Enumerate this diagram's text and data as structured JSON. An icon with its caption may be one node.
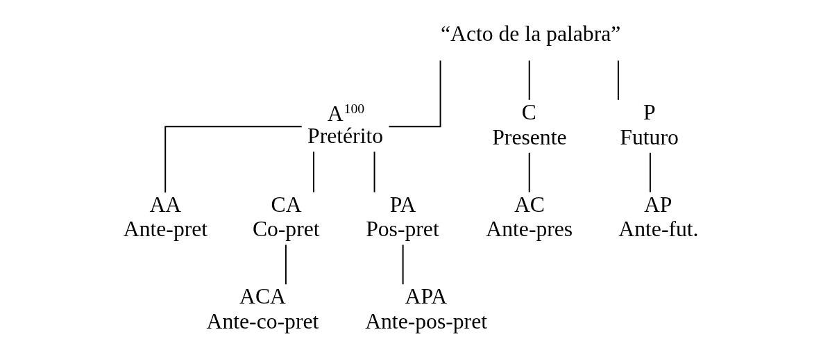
{
  "diagram": {
    "nodes": [
      {
        "text": [
          "“Acto de la palabra”"
        ]
      },
      {
        "text": [
          "A$^{100}$",
          "Pretérito"
        ]
      },
      {
        "text": [
          "C",
          "Presente"
        ]
      },
      {
        "text": [
          "P",
          "Futuro"
        ]
      },
      {
        "text": [
          "AA",
          "Ante-pret"
        ]
      },
      {
        "text": [
          "CA",
          "Co-pret"
        ]
      },
      {
        "text": [
          "PA",
          "Pos-pret"
        ]
      },
      {
        "text": [
          "AC",
          "Ante-pres"
        ]
      },
      {
        "text": [
          "AP",
          "Ante-fut."
        ]
      },
      {
        "text": [
          "ACA",
          "Ante-co-pret"
        ]
      },
      {
        "text": [
          "APA",
          "Ante-pos-pret"
        ]
      }
    ],
    "edges": [
      {
        "from": 0,
        "to": 1,
        "arrow": "none"
      },
      {
        "from": 0,
        "to": 2,
        "arrow": "none"
      },
      {
        "from": 0,
        "to": 3,
        "arrow": "none"
      },
      {
        "from": 1,
        "to": 4,
        "arrow": "none"
      },
      {
        "from": 1,
        "to": 5,
        "arrow": "none"
      },
      {
        "from": 1,
        "to": 6,
        "arrow": "none"
      },
      {
        "from": 2,
        "to": 7,
        "arrow": "none"
      },
      {
        "from": 3,
        "to": 8,
        "arrow": "none"
      },
      {
        "from": 5,
        "to": 9,
        "arrow": "none"
      },
      {
        "from": 6,
        "to": 10,
        "arrow": "none"
      }
    ]
  }
}
